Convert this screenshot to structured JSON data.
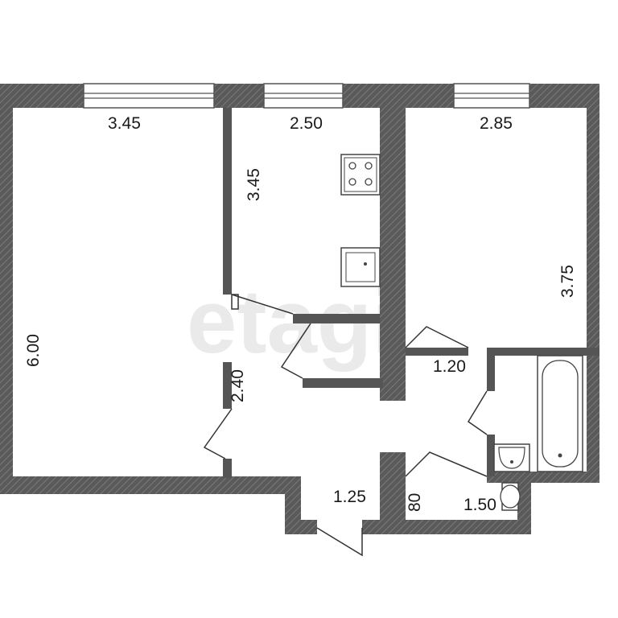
{
  "plan": {
    "colors": {
      "wall": "#555555",
      "hatch": "#777777",
      "window": "#eeeeee",
      "fixture": "#444444",
      "watermark": "#d9d9d9"
    },
    "rooms": {
      "room_left": {
        "width": "3.45",
        "length": "6.00",
        "niche": "2.40"
      },
      "kitchen": {
        "width": "2.50",
        "length": "3.45"
      },
      "room_right": {
        "width": "2.85",
        "length": "3.75"
      },
      "corridor": {
        "upper": "1.20",
        "lower": "1.25"
      },
      "wc": {
        "width": "1.50",
        "length": "80"
      }
    },
    "watermark": "etagi",
    "fixtures": [
      "stove-icon",
      "kitchen-sink-icon",
      "bathtub-icon",
      "washbasin-icon",
      "toilet-icon"
    ]
  }
}
